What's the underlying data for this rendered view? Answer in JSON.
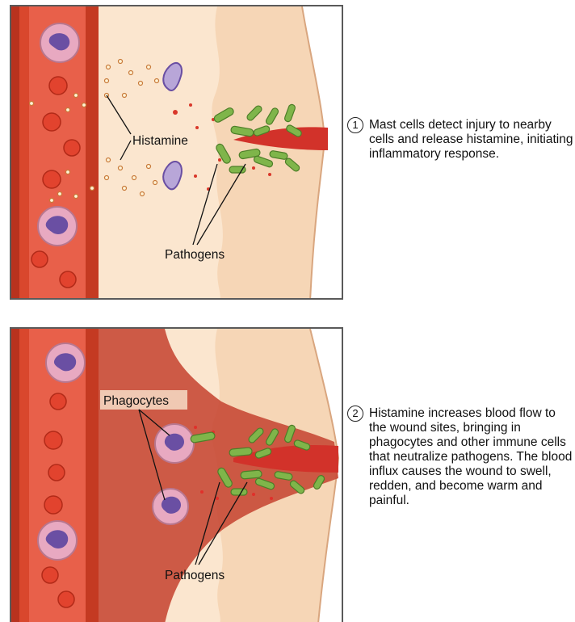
{
  "panel1": {
    "labels": {
      "histamine": "Histamine",
      "pathogens": "Pathogens"
    }
  },
  "panel2": {
    "labels": {
      "phagocytes": "Phagocytes",
      "pathogens": "Pathogens"
    }
  },
  "steps": [
    {
      "number": "1",
      "text": "Mast cells detect injury to nearby cells and release histamine, initiating inflammatory response."
    },
    {
      "number": "2",
      "text": "Histamine increases blood flow to the wound sites, bringing in phagocytes and other immune cells that neutralize pathogens. The blood influx causes the wound to swell, redden, and become warm and painful."
    }
  ],
  "colors": {
    "vessel": "#d9472d",
    "vessel_dark": "#b8321e",
    "tissue": "#fbe3c9",
    "skin": "#f7d2b0",
    "inflamed": "#c84a36",
    "pathogen": "#7fb54a",
    "histamine": "#c87a3a",
    "cell_body": "#e8a9c1",
    "cell_nucleus": "#6a4fa3"
  }
}
